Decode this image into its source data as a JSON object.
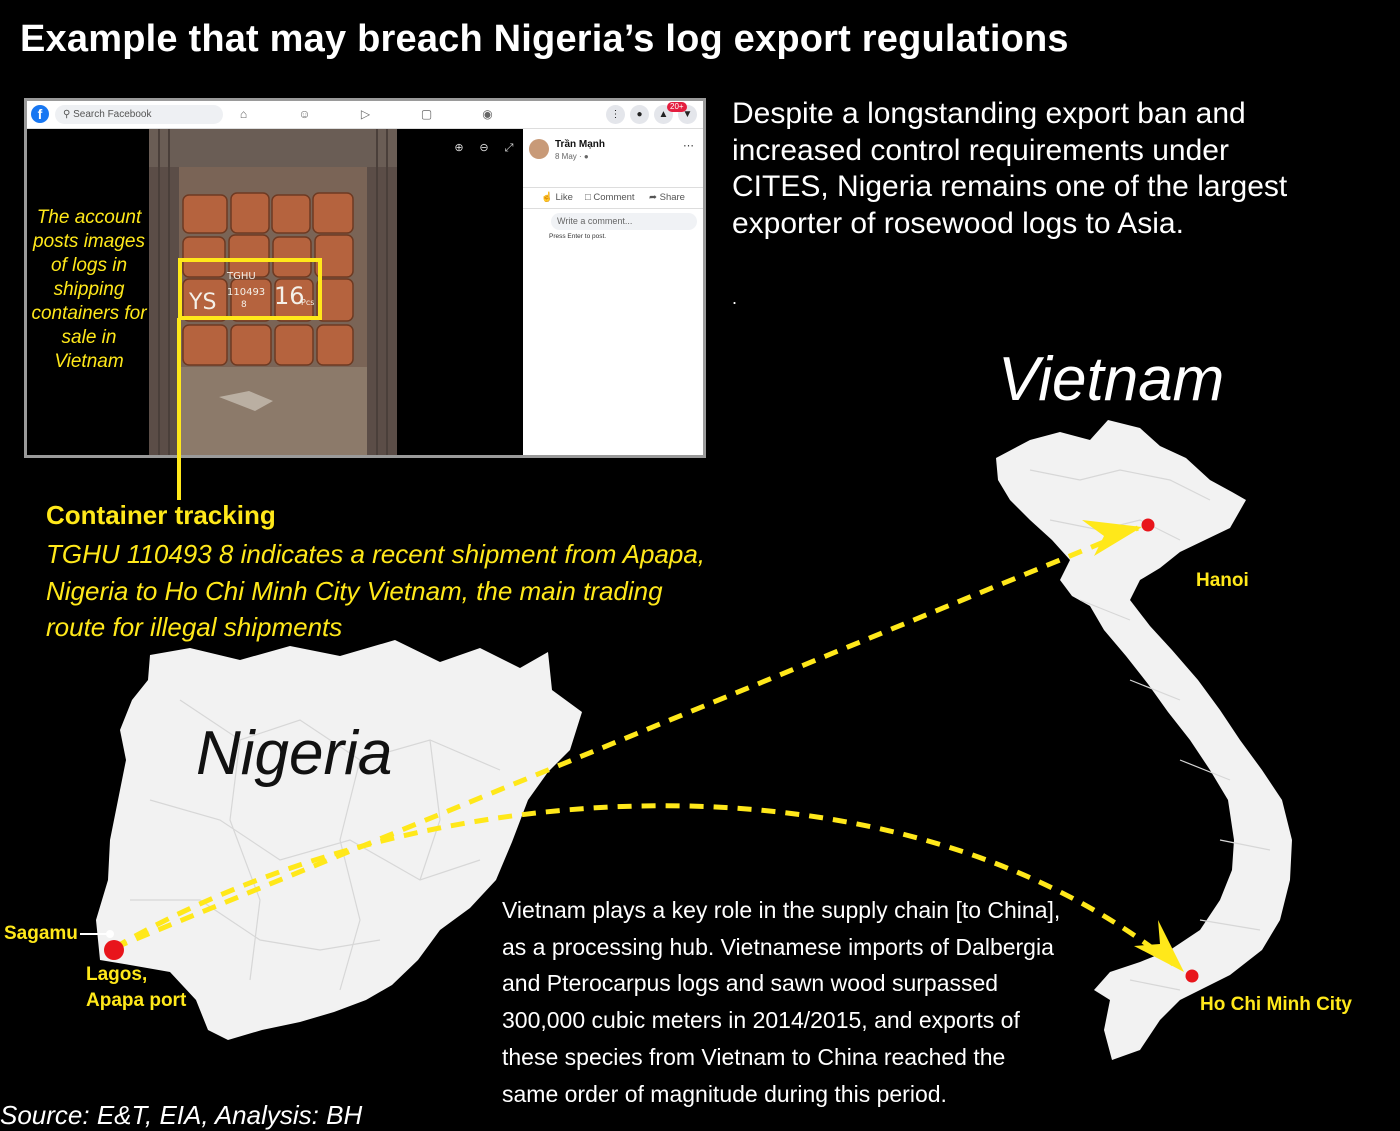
{
  "title": "Example that may breach Nigeria’s log export regulations",
  "screenshot": {
    "search_placeholder": "Search Facebook",
    "logo": "f",
    "notification_badge": "20+",
    "post_author": "Trần Mạnh",
    "post_date": "8 May · ",
    "like_label": "Like",
    "comment_label": "Comment",
    "share_label": "Share",
    "comment_placeholder": "Write a comment...",
    "comment_hint": "Press Enter to post.",
    "caption": "The account posts images of logs in shipping containers for sale in Vietnam",
    "container_marking": [
      "YS",
      "TGHU",
      "110493",
      "8",
      "16",
      "Pcs"
    ],
    "icons": [
      "facebook-logo-icon",
      "search-icon",
      "home-icon",
      "friends-icon",
      "watch-icon",
      "marketplace-icon",
      "groups-icon",
      "menu-grid-icon",
      "messenger-icon",
      "bell-icon",
      "account-chevron-icon",
      "zoom-in-icon",
      "zoom-out-icon",
      "fullscreen-icon",
      "globe-icon",
      "like-icon",
      "comment-icon",
      "share-icon",
      "more-icon"
    ]
  },
  "intro": "Despite a longstanding export ban and increased control requirements under CITES, Nigeria remains one of the largest exporter of rosewood logs to Asia.",
  "intro_dot": ".",
  "container_tracking": {
    "title": "Container tracking",
    "body": "TGHU 110493 8 indicates a recent shipment from Apapa, Nigeria to Ho Chi Minh City Vietnam, the main trading route for illegal shipments"
  },
  "map": {
    "countries": {
      "nigeria": "Nigeria",
      "vietnam": "Vietnam"
    },
    "places": {
      "sagamu": "Sagamu",
      "lagos_line1": "Lagos,",
      "lagos_line2": "Apapa port",
      "hanoi": "Hanoi",
      "hcmc": "Ho Chi Minh City"
    },
    "route_color": "#ffe81a",
    "marker_color": "#e8151b",
    "land_color": "#f2f2f2"
  },
  "vietnam_text": "Vietnam plays a key role in the supply chain [to China], as a processing hub. Vietnamese imports of Dalbergia and Pterocarpus logs and sawn wood surpassed 300,000 cubic meters in 2014/2015, and exports of these species from Vietnam to China reached the same order of magnitude during this period.",
  "source": "Source: E&T, EIA, Analysis: BH"
}
